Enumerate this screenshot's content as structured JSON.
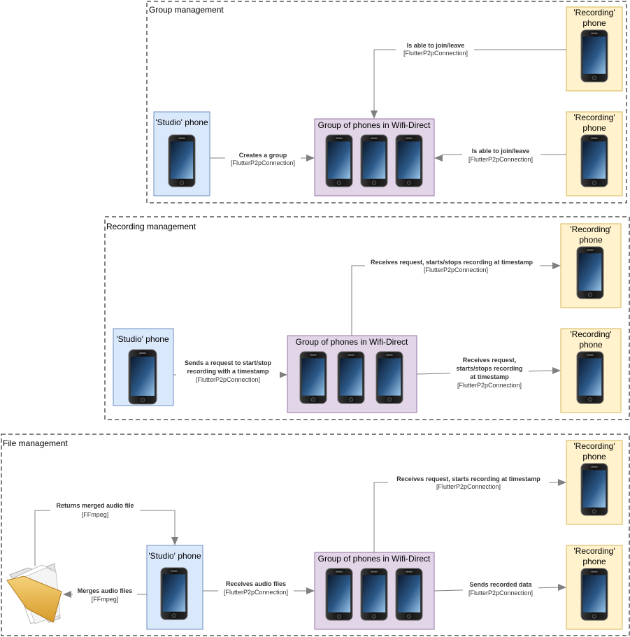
{
  "sections": [
    {
      "title": "Group management",
      "nodes": {
        "studio": "'Studio' phone",
        "group": "Group of phones in Wifi-Direct",
        "recording_top": [
          "'Recording'",
          "phone"
        ],
        "recording_bottom": [
          "'Recording'",
          "phone"
        ]
      },
      "edges": [
        {
          "main": [
            "Creates a group"
          ],
          "sub": "[FlutterP2pConnection]"
        },
        {
          "main": [
            "Is able to join/leave"
          ],
          "sub": "[FlutterP2pConnection]"
        },
        {
          "main": [
            "Is able to join/leave"
          ],
          "sub": "[FlutterP2pConnection]"
        }
      ]
    },
    {
      "title": "Recording management",
      "nodes": {
        "studio": "'Studio' phone",
        "group": "Group of phones in Wifi-Direct",
        "recording_top": [
          "'Recording'",
          "phone"
        ],
        "recording_bottom": [
          "'Recording'",
          "phone"
        ]
      },
      "edges": [
        {
          "main": [
            "Sends a request to start/stop",
            "recording with a timestamp"
          ],
          "sub": "[FlutterP2pConnection]"
        },
        {
          "main": [
            "Receives request, starts/stops recording at timestamp"
          ],
          "sub": "[FlutterP2pConnection]"
        },
        {
          "main": [
            "Receives request,",
            "starts/stops recording",
            "at timestamp"
          ],
          "sub": "[FlutterP2pConnection]"
        }
      ]
    },
    {
      "title": "File management",
      "nodes": {
        "studio": "'Studio' phone",
        "group": "Group of phones in Wifi-Direct",
        "recording_top": [
          "'Recording'",
          "phone"
        ],
        "recording_bottom": [
          "'Recording'",
          "phone"
        ]
      },
      "edges": [
        {
          "main": [
            "Returns merged audio file"
          ],
          "sub": "[FFmpeg]"
        },
        {
          "main": [
            "Merges audio files"
          ],
          "sub": "[FFmpeg]"
        },
        {
          "main": [
            "Receives audio files"
          ],
          "sub": "[FlutterP2pConnection]"
        },
        {
          "main": [
            "Receives request, starts recording at timestamp"
          ],
          "sub": "[FlutterP2pConnection]"
        },
        {
          "main": [
            "Sends recorded data"
          ],
          "sub": "[FlutterP2pConnection]"
        }
      ]
    }
  ],
  "icons": {
    "phone": "smartphone-icon",
    "folder": "folder-icon"
  },
  "colors": {
    "studio_fill": "#dae8fc",
    "studio_stroke": "#6c8ebf",
    "group_fill": "#e1d5e7",
    "group_stroke": "#9673a6",
    "recording_fill": "#fff2cc",
    "recording_stroke": "#d6b656",
    "edge": "#808080"
  }
}
